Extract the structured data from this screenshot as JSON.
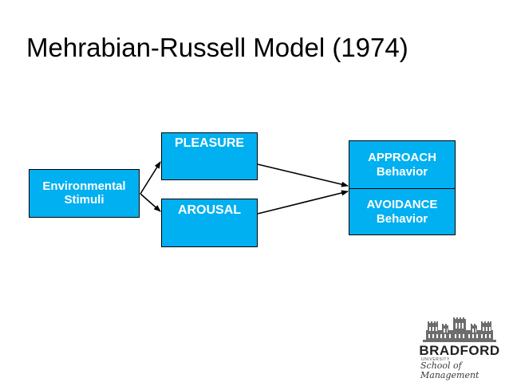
{
  "slide": {
    "title": "Mehrabian-Russell Model (1974)",
    "background_color": "#ffffff"
  },
  "theme": {
    "node_fill": "#00b0f0",
    "node_text_color": "#ffffff",
    "node_border_color": "#000000",
    "arrow_color": "#000000",
    "title_color": "#000000"
  },
  "diagram": {
    "type": "flow-diagram",
    "nodes": [
      {
        "id": "environmental-stimuli",
        "lines": [
          "Environmental",
          "Stimuli"
        ],
        "line1": "Environmental",
        "line2": "Stimuli"
      },
      {
        "id": "pleasure",
        "line1": "PLEASURE"
      },
      {
        "id": "arousal",
        "line1": "AROUSAL"
      },
      {
        "id": "approach",
        "line1": "APPROACH",
        "line2": "Behavior"
      },
      {
        "id": "avoidance",
        "line1": "AVOIDANCE",
        "line2": "Behavior"
      }
    ],
    "edges": [
      {
        "from": "environmental-stimuli",
        "to": "pleasure",
        "label": ""
      },
      {
        "from": "environmental-stimuli",
        "to": "arousal",
        "label": ""
      },
      {
        "from": "pleasure",
        "to": "approach-avoidance",
        "label": ""
      },
      {
        "from": "arousal",
        "to": "approach-avoidance",
        "label": ""
      }
    ]
  },
  "logo": {
    "name": "BRADFORD",
    "line_university": "UNIVERSITY",
    "line_school": "School of Management"
  }
}
